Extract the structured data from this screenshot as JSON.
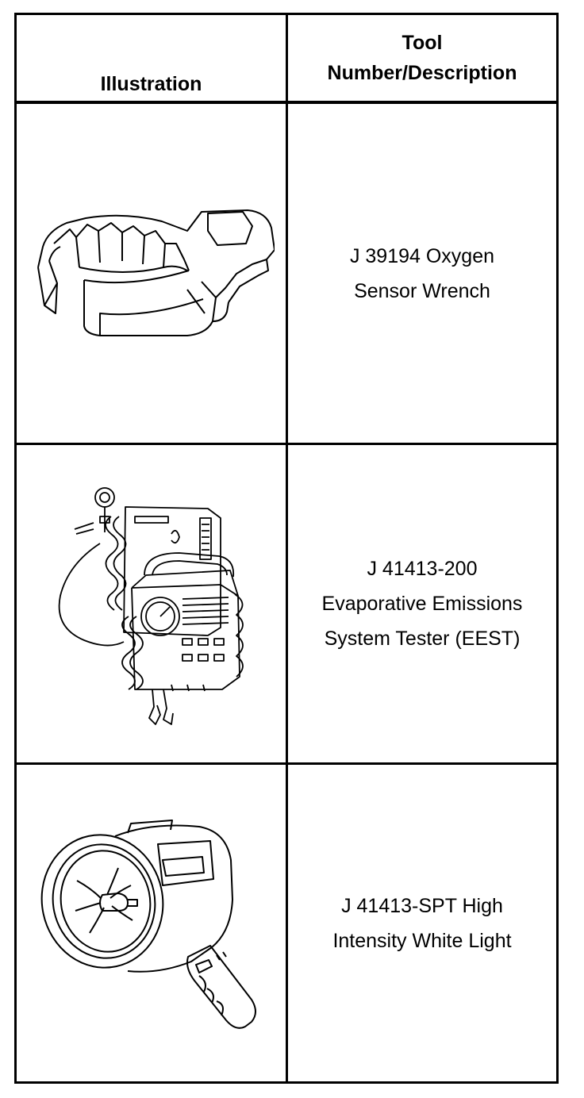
{
  "table": {
    "headers": {
      "illustration": "Illustration",
      "tool_line1": "Tool",
      "tool_line2": "Number/Description"
    },
    "rows": [
      {
        "icon": "oxygen-sensor-wrench-icon",
        "desc_line1": "J 39194 Oxygen",
        "desc_line2": "Sensor Wrench"
      },
      {
        "icon": "evap-system-tester-icon",
        "desc_line1": "J 41413-200",
        "desc_line2": "Evaporative Emissions",
        "desc_line3": "System Tester (EEST)"
      },
      {
        "icon": "white-light-icon",
        "desc_line1": "J 41413-SPT High",
        "desc_line2": "Intensity White Light"
      }
    ]
  }
}
